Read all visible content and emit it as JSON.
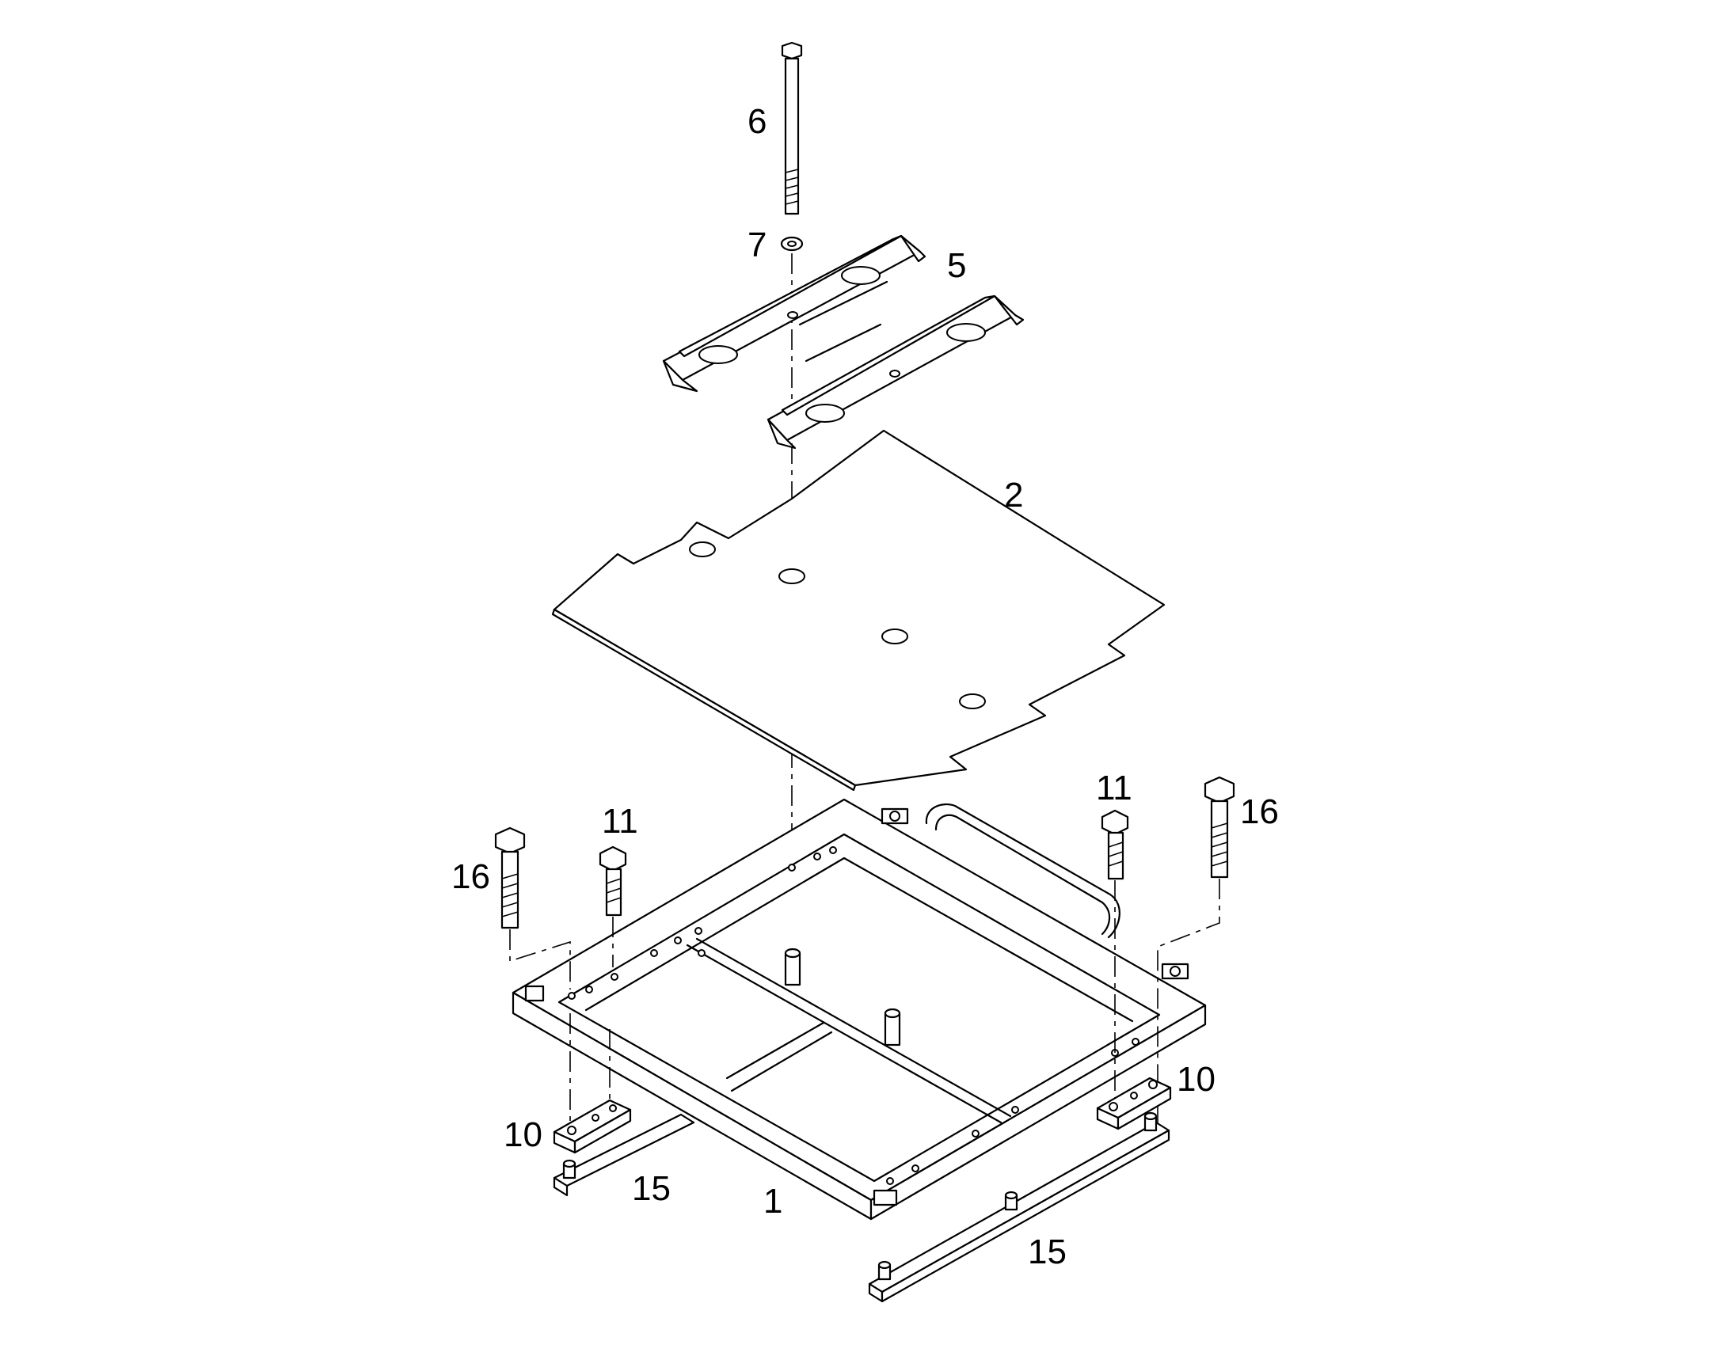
{
  "callouts": {
    "frame": "1",
    "plate": "2",
    "rails": "5",
    "long_bolt": "6",
    "washer": "7",
    "clamp_left": "10",
    "clamp_right": "10",
    "bolt_small_left": "11",
    "bolt_small_right": "11",
    "strip_left": "15",
    "strip_right": "15",
    "bolt_large_left": "16",
    "bolt_large_right": "16"
  }
}
